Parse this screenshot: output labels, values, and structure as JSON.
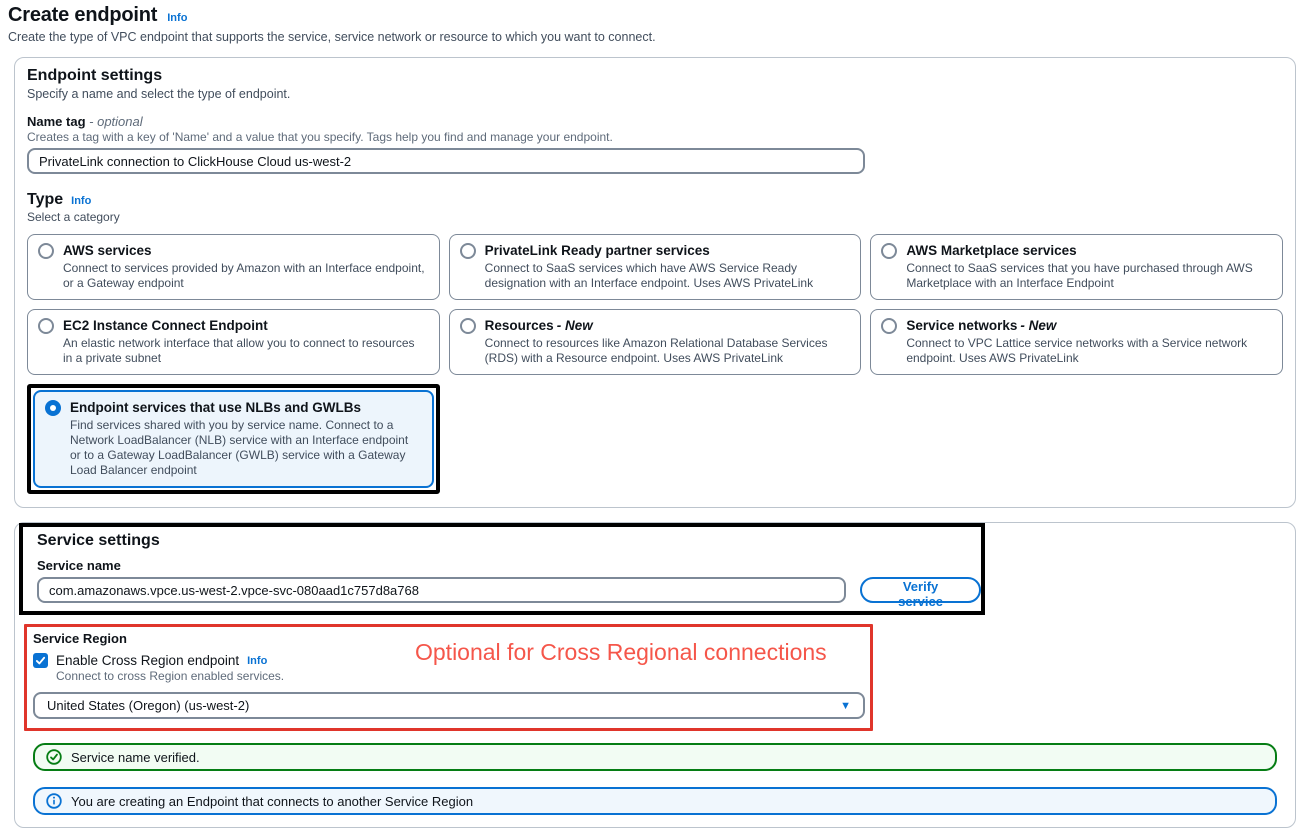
{
  "header": {
    "title": "Create endpoint",
    "info_label": "Info",
    "subtitle": "Create the type of VPC endpoint that supports the service, service network or resource to which you want to connect."
  },
  "endpoint_settings": {
    "heading": "Endpoint settings",
    "description": "Specify a name and select the type of endpoint.",
    "name_tag": {
      "label": "Name tag",
      "optional_suffix": "- optional",
      "hint": "Creates a tag with a key of 'Name' and a value that you specify. Tags help you find and manage your endpoint.",
      "value": "PrivateLink connection to ClickHouse Cloud us-west-2"
    },
    "type": {
      "label": "Type",
      "info_label": "Info",
      "hint": "Select a category",
      "options": [
        {
          "title": "AWS services",
          "suffix": "",
          "description": "Connect to services provided by Amazon with an Interface endpoint, or a Gateway endpoint",
          "selected": false
        },
        {
          "title": "PrivateLink Ready partner services",
          "suffix": "",
          "description": "Connect to SaaS services which have AWS Service Ready designation with an Interface endpoint. Uses AWS PrivateLink",
          "selected": false
        },
        {
          "title": "AWS Marketplace services",
          "suffix": "",
          "description": "Connect to SaaS services that you have purchased through AWS Marketplace with an Interface Endpoint",
          "selected": false
        },
        {
          "title": "EC2 Instance Connect Endpoint",
          "suffix": "",
          "description": "An elastic network interface that allow you to connect to resources in a private subnet",
          "selected": false
        },
        {
          "title": "Resources",
          "suffix": "- New",
          "description": "Connect to resources like Amazon Relational Database Services (RDS) with a Resource endpoint. Uses AWS PrivateLink",
          "selected": false
        },
        {
          "title": "Service networks",
          "suffix": "- New",
          "description": "Connect to VPC Lattice service networks with a Service network endpoint. Uses AWS PrivateLink",
          "selected": false
        },
        {
          "title": "Endpoint services that use NLBs and GWLBs",
          "suffix": "",
          "description": "Find services shared with you by service name. Connect to a Network LoadBalancer (NLB) service with an Interface endpoint or to a Gateway LoadBalancer (GWLB) service with a Gateway Load Balancer endpoint",
          "selected": true
        }
      ]
    }
  },
  "service_settings": {
    "heading": "Service settings",
    "service_name": {
      "label": "Service name",
      "value": "com.amazonaws.vpce.us-west-2.vpce-svc-080aad1c757d8a768",
      "verify_button_label": "Verify service"
    },
    "service_region": {
      "label": "Service Region",
      "checkbox_label": "Enable Cross Region endpoint",
      "checkbox_info_label": "Info",
      "checkbox_checked": true,
      "checkbox_hint": "Connect to cross Region enabled services.",
      "region_value": "United States (Oregon) (us-west-2)"
    }
  },
  "alerts": {
    "success_text": "Service name verified.",
    "info_text": "You are creating an Endpoint that connects to another Service Region"
  },
  "annotations": {
    "red_note": "Optional for Cross Regional connections"
  },
  "colors": {
    "accent_blue": "#0972d3",
    "success_green": "#067d14",
    "annotation_red": "#e0352b",
    "note_red": "#f5564a",
    "selected_tile_bg": "#edf5fc",
    "input_border": "#7d8998"
  }
}
